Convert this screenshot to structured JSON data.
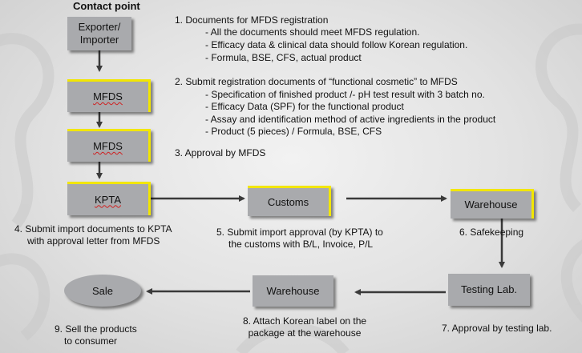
{
  "header": "Contact point",
  "boxes": {
    "exporter": "Exporter/ Importer",
    "mfds1": "MFDS",
    "mfds2": "MFDS",
    "kpta": "KPTA",
    "customs": "Customs",
    "warehouse1": "Warehouse",
    "testing": "Testing Lab.",
    "warehouse2": "Warehouse",
    "sale": "Sale"
  },
  "steps": {
    "s1": {
      "title": "1.   Documents for MFDS registration",
      "items": [
        "- All the documents should meet MFDS regulation.",
        "- Efficacy data & clinical data should follow Korean regulation.",
        "- Formula, BSE, CFS, actual product"
      ]
    },
    "s2": {
      "title": "2.   Submit registration documents of “functional cosmetic” to MFDS",
      "items": [
        "- Specification of finished product  /- pH test result with 3 batch no.",
        "- Efficacy Data (SPF) for the functional product",
        "- Assay and identification method of active ingredients in the product",
        "- Product (5 pieces)  / Formula, BSE, CFS"
      ]
    },
    "s3": "3.   Approval  by MFDS",
    "s4": [
      "4.  Submit  import  documents to KPTA",
      "with approval letter from MFDS"
    ],
    "s5": [
      "5.  Submit import approval  (by KPTA) to",
      "the customs with B/L, Invoice,  P/L"
    ],
    "s6": "6.  Safekeeping",
    "s7": "7. Approval  by testing lab.",
    "s8": [
      "8. Attach Korean label on the",
      "package at the warehouse"
    ],
    "s9": [
      "9. Sell the products",
      "to consumer"
    ]
  }
}
